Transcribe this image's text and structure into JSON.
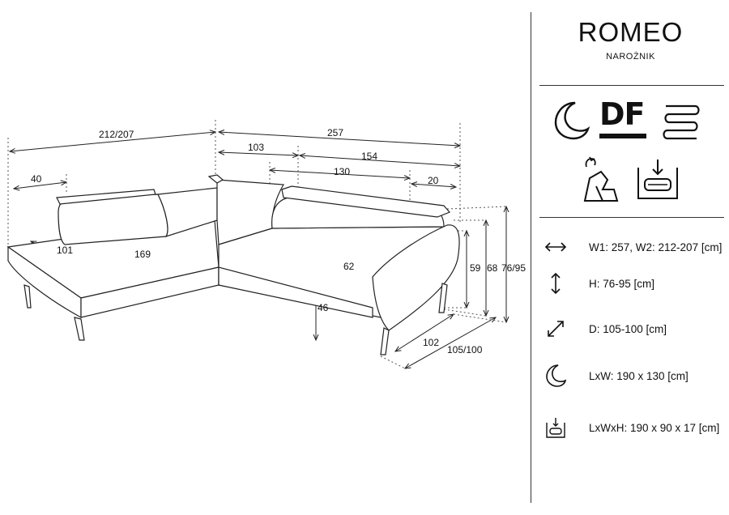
{
  "product": {
    "name": "ROMEO",
    "type": "NAROŻNIK"
  },
  "feature_icons": [
    {
      "icon": "sleep-function-icon"
    },
    {
      "icon": "df-logo-icon",
      "text": "DF"
    },
    {
      "icon": "springs-icon"
    },
    {
      "icon": "adjustable-headrest-icon"
    },
    {
      "icon": "bedding-container-icon"
    }
  ],
  "specs": [
    {
      "icon": "width-arrow-icon",
      "text": "W1: 257, W2: 212-207 [cm]"
    },
    {
      "icon": "height-arrow-icon",
      "text": "H: 76-95 [cm]"
    },
    {
      "icon": "depth-arrow-icon",
      "text": "D: 105-100 [cm]"
    },
    {
      "icon": "sleep-area-icon",
      "text": "LxW: 190 x 130 [cm]"
    },
    {
      "icon": "container-icon",
      "text": "LxWxH: 190 x 90 x 17 [cm]"
    }
  ],
  "dimensions": {
    "total_left": "212/207",
    "total_right": "257",
    "seg_103": "103",
    "seg_154": "154",
    "seat_130": "130",
    "arm_20": "20",
    "head_40": "40",
    "chaise_101": "101",
    "seat_169": "169",
    "seat_62": "62",
    "seat_h_46": "46",
    "h_59": "59",
    "h_68": "68",
    "h_76_95": "76/95",
    "d_102": "102",
    "d_105_100": "105/100"
  }
}
